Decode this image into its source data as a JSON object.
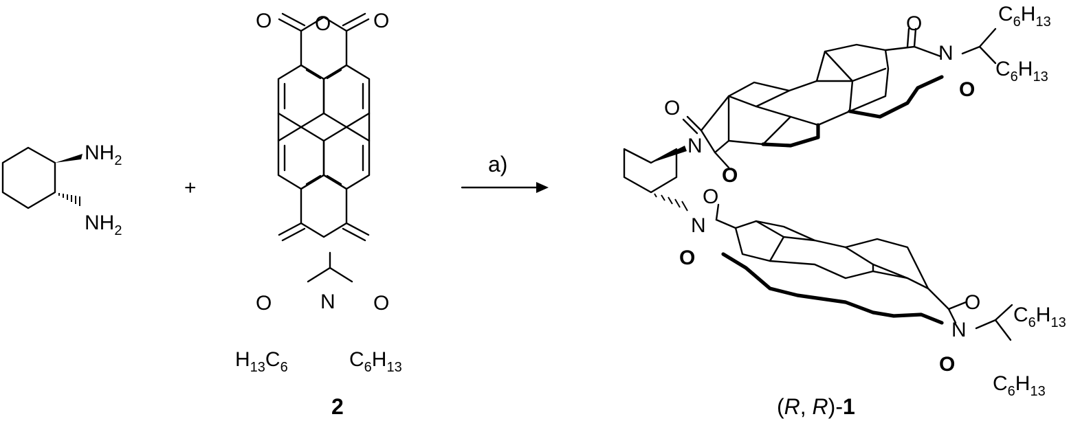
{
  "plus_sign": "+",
  "reagent_amine": {
    "group_top": "NH",
    "group_top_sub": "2",
    "group_bottom": "NH",
    "group_bottom_sub": "2"
  },
  "reagent_2": {
    "label": "2",
    "atom_o": "O",
    "atom_n": "N",
    "alkyl_left": "H",
    "alkyl_left_sub1": "13",
    "alkyl_left_mid": "C",
    "alkyl_left_sub2": "6",
    "alkyl_right": "C",
    "alkyl_right_sub1": "6",
    "alkyl_right_mid": "H",
    "alkyl_right_sub2": "13"
  },
  "arrow": {
    "condition": "a)"
  },
  "product": {
    "label_open": "(",
    "label_r1": "R",
    "label_sep": ", ",
    "label_r2": "R",
    "label_close": ")-",
    "label_num": "1",
    "atom_o": "O",
    "atom_n": "N",
    "hexyl_c": "C",
    "hexyl_c_sub": "6",
    "hexyl_h": "H",
    "hexyl_h_sub": "13"
  }
}
